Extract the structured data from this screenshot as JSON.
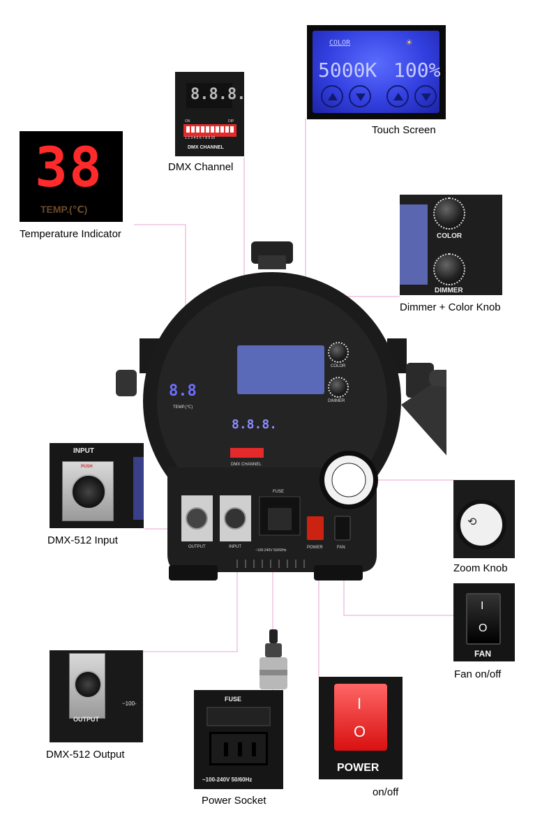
{
  "callouts": {
    "touch_screen": "Touch Screen",
    "dmx_channel": "DMX Channel",
    "temperature_indicator": "Temperature Indicator",
    "dimmer_color_knob": "Dimmer + Color Knob",
    "dmx_input": "DMX-512 Input",
    "zoom_knob": "Zoom Knob",
    "fan": "Fan on/off",
    "dmx_output": "DMX-512 Output",
    "power_socket": "Power Socket",
    "power_switch": "on/off"
  },
  "touch_screen": {
    "mode": "COLOR",
    "cct": "5000K",
    "level": "100%",
    "sun_icon": "sun-icon",
    "buttons": [
      "up-arrow-icon",
      "down-arrow-icon",
      "up-arrow-icon",
      "down-arrow-icon"
    ]
  },
  "dmx_panel": {
    "display": "8.8.8.",
    "dip_on": "ON",
    "dip_label": "DIP",
    "dip_numbers": "1 2 3 4 5 6 7 8 9 10",
    "label": "DMX CHANNEL"
  },
  "temp_panel": {
    "display": "38",
    "label": "TEMP.(℃)"
  },
  "knob_panel": {
    "color_label": "COLOR",
    "dimmer_label": "DIMMER"
  },
  "input_panel": {
    "label": "INPUT",
    "push_label": "PUSH"
  },
  "output_panel": {
    "label": "OUTPUT",
    "voltage": "~100-"
  },
  "fan_panel": {
    "on": "I",
    "off": "O",
    "label": "FAN"
  },
  "power_socket_panel": {
    "fuse_label": "FUSE",
    "rating": "~100-240V  50/60Hz"
  },
  "power_switch_panel": {
    "on": "I",
    "off": "O",
    "label": "POWER"
  },
  "fixture": {
    "temp_display": "8.8",
    "temp_label": "TEMP.(℃)",
    "dmx_display": "8.8.8.",
    "dmx_label": "DMX CHANNEL",
    "color_label": "COLOR",
    "dimmer_label": "DIMMER",
    "fuse_label": "FUSE",
    "output_label": "OUTPUT",
    "input_label": "INPUT",
    "rating": "~100-240V  50/60Hz",
    "power_label": "POWER",
    "fan_label": "FAN"
  },
  "colors": {
    "leader_line": "#e7a3d6",
    "lcd_blue": "#3340e0",
    "segment_red": "#ff2a2a",
    "switch_red": "#e01818"
  }
}
